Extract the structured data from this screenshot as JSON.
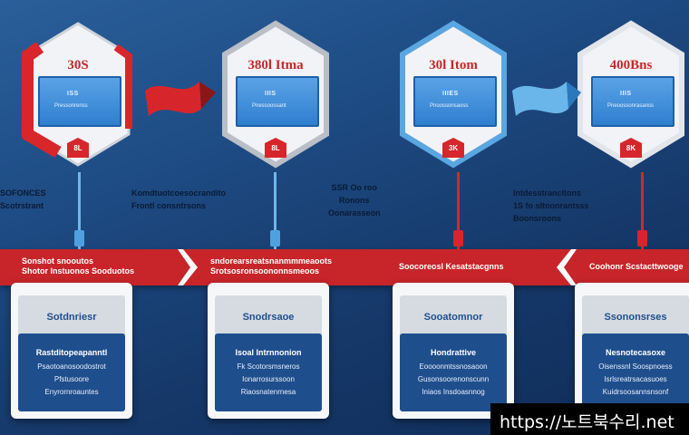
{
  "steps": [
    {
      "hex_title": "30S",
      "screen_line1": "ISS",
      "screen_line2": "Pressonrenss",
      "badge": "8L",
      "side_text": [
        "SOFONCES",
        "Scotrstrant"
      ],
      "ribbon_text": [
        "Sonshot snooutos",
        "Shotor Instuonos Sooduotos"
      ],
      "card_head": "Sotdnriesr",
      "card_title": "Rastditopeapanntl",
      "card_lines": [
        "Psaotoanosoodostrot",
        "Pfstusoore",
        "Enyrornroauntes"
      ]
    },
    {
      "hex_title": "380l Itma",
      "screen_line1": "IIIS",
      "screen_line2": "Pnessoossant",
      "badge": "8L",
      "side_text": [
        "Komdtuotcoesocrandito",
        "Frontl consntrsons"
      ],
      "ribbon_text": [
        "sndorearsreatsnanmmmeaoots",
        "Srotsosronsoononnsmeoos"
      ],
      "card_head": "Snodrsaoe",
      "card_title": "Isoal Intrnnonion",
      "card_lines": [
        "Fk Scotorsmsneros",
        "Ionarrosurssoon",
        "Riaosnatenrnesa"
      ]
    },
    {
      "hex_title": "30l Itom",
      "screen_line1": "IIIES",
      "screen_line2": "Pnoossonsaoss",
      "badge": "3K",
      "side_text": [
        "SSR Oo roo",
        "Ronons",
        "Oonarasseon"
      ],
      "ribbon_text": [
        "Soocoreosl Kesatstacgnns"
      ],
      "card_head": "Sooatomnor",
      "card_title": "Hondrattive",
      "card_lines": [
        "Eoooonmtssnosaoon",
        "Gusonsoorenonscunn",
        "Iniaos Insdoasnnog"
      ]
    },
    {
      "hex_title": "400Bns",
      "screen_line1": "IIIS",
      "screen_line2": "Pneoossonrasanss",
      "badge": "8K",
      "side_text": [
        "Intdesstrancltons",
        "1S fo sItoonrantsss",
        "Boonsroons"
      ],
      "ribbon_text": [
        "Coohonr Scstacttwooge"
      ],
      "card_head": "Ssononsrses",
      "card_title": "Nesnotecasoxe",
      "card_lines": [
        "Oisenssnl Soospnoess",
        "Isrlsreatrsacasuoes",
        "Kuidrsoosannsnsonf"
      ]
    }
  ],
  "watermark": "https://노트북수리.net"
}
